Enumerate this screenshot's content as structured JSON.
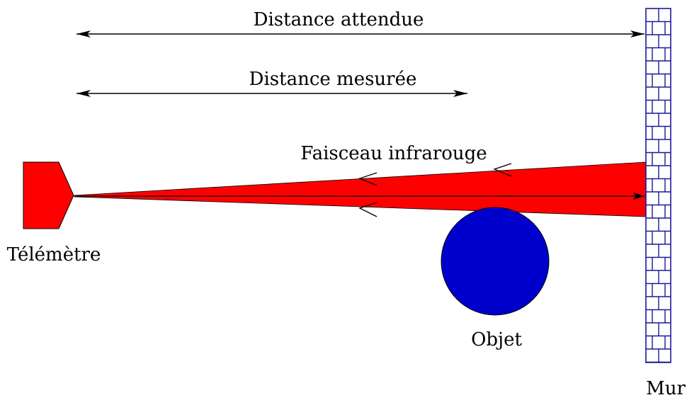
{
  "labels": {
    "expected_distance": "Distance attendue",
    "measured_distance": "Distance mesurée",
    "beam": "Faisceau infrarouge",
    "rangefinder": "Télémètre",
    "object": "Objet",
    "wall": "Mur"
  },
  "colors": {
    "beam": "#ff0000",
    "rangefinder": "#ff0000",
    "object": "#0000cc",
    "wall": "#1a1a99"
  }
}
